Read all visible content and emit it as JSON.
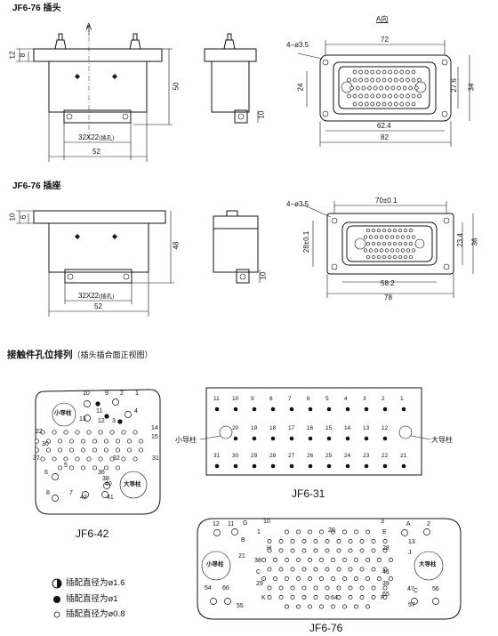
{
  "plug": {
    "title": "JF6-76 插头",
    "view_label": "A向",
    "arrow_label": "A",
    "dims": {
      "d12": "12",
      "d8": "8",
      "d50": "50",
      "d32x22": "32X22",
      "d32x22_note": "(插孔)",
      "d52": "52",
      "d10": "10",
      "d72": "72",
      "d4x35": "4−ø3.5",
      "d24": "24",
      "d276": "27.6",
      "d34": "34",
      "d624": "62.4",
      "d82": "82"
    }
  },
  "socket": {
    "title": "JF6-76 插座",
    "dims": {
      "d10": "10",
      "d6": "6",
      "d48": "48",
      "d32x22": "32X22",
      "d32x22_note": "(插孔)",
      "d52": "52",
      "d10b": "10",
      "d70": "70±0.1",
      "d4x35": "4−ø3.5",
      "d28": "28±0.1",
      "d234": "23.4",
      "d36": "36",
      "d582": "58.2",
      "d78": "78"
    }
  },
  "layout_section": {
    "title": "接触件孔位排列",
    "subtitle": "（插头插合面正视图）"
  },
  "jf642": {
    "name": "JF6-42",
    "small_pin": "小导柱",
    "big_pin": "大导柱",
    "nums": [
      "10",
      "9",
      "2",
      "1",
      "13",
      "11",
      "12",
      "4",
      "3",
      "22",
      "14",
      "30",
      "15",
      "37",
      "32",
      "31",
      "6",
      "5",
      "36",
      "38",
      "40",
      "8",
      "7",
      "42",
      "41"
    ]
  },
  "jf631": {
    "name": "JF6-31",
    "small_pin_label": "小导柱",
    "big_pin_label": "大导柱",
    "row1": [
      "11",
      "10",
      "9",
      "8",
      "7",
      "6",
      "5",
      "4",
      "3",
      "2",
      "1"
    ],
    "row2": [
      "20",
      "19",
      "18",
      "17",
      "16",
      "15",
      "14",
      "13",
      "12"
    ],
    "row3": [
      "31",
      "30",
      "29",
      "28",
      "27",
      "26",
      "25",
      "24",
      "23",
      "22",
      "21"
    ]
  },
  "jf676": {
    "name": "JF6-76",
    "small_pin": "小导柱",
    "big_pin": "大导柱",
    "labels": [
      "12",
      "11",
      "G",
      "10",
      "3",
      "A",
      "2",
      "1",
      "20",
      "E",
      "13",
      "B",
      "H",
      "28",
      "21",
      "38",
      "J",
      "C",
      "46",
      "29",
      "39",
      "54",
      "66",
      "65",
      "47",
      "C",
      "56",
      "55",
      "K",
      "64",
      "F",
      "57",
      "D"
    ]
  },
  "legend": {
    "items": [
      "插配直径为ø1.6",
      "插配直径为ø1",
      "插配直径为ø0.8"
    ]
  }
}
